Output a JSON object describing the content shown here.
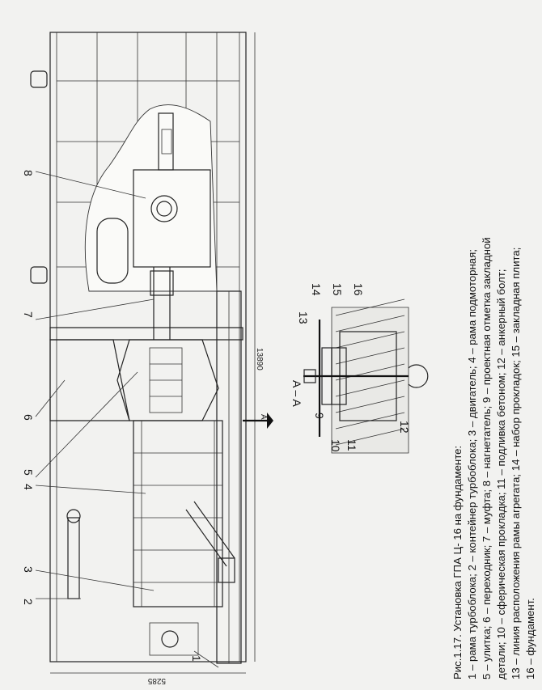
{
  "figure": {
    "labels": [
      "1",
      "2",
      "3",
      "4",
      "5",
      "6",
      "7",
      "8"
    ],
    "dim_total": "13890",
    "dim_height": "5285",
    "section_marker": "A",
    "section_title": "A – A",
    "section_labels": [
      "9",
      "10",
      "11",
      "12",
      "13",
      "14",
      "15",
      "16"
    ]
  },
  "caption": {
    "lines": [
      "Рис.1.17. Установка ГПА Ц- 16 на фундаменте:",
      "1 – рама турбоблока; 2 – контейнер турбоблока; 3 – двигатель; 4 – рама подмоторная;",
      "5 – улитка; 6 – переходник; 7 – муфта; 8 – нагнетатель; 9 – проектная отметка закладной",
      "детали; 10 – сферическая прокладка; 11 – подливка бетоном; 12 – анкерный болт;",
      "13 – линия расположения рамы агрегата; 14 – набор прокладок; 15 – закладная плита;",
      "16 – фундамент."
    ]
  }
}
